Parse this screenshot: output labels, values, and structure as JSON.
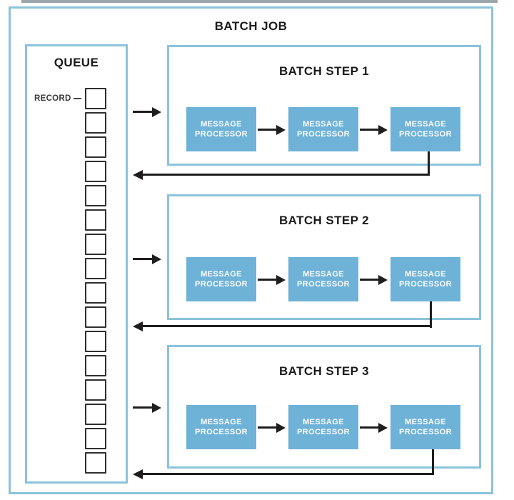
{
  "title": "BATCH JOB",
  "queue": {
    "title": "QUEUE",
    "record_label": "RECORD",
    "record_count": 16
  },
  "steps": [
    {
      "title": "BATCH STEP 1"
    },
    {
      "title": "BATCH STEP 2"
    },
    {
      "title": "BATCH STEP 3"
    }
  ],
  "processor_label": "MESSAGE PROCESSOR",
  "colors": {
    "box-border": "#8bc3da",
    "processor-fill": "#6fb2d8",
    "processor-text": "#ffffff",
    "arrow": "#1e1e1e",
    "text": "#1a1a1a",
    "record-border": "#2f2f2f",
    "top-strip": "#8a979c"
  }
}
